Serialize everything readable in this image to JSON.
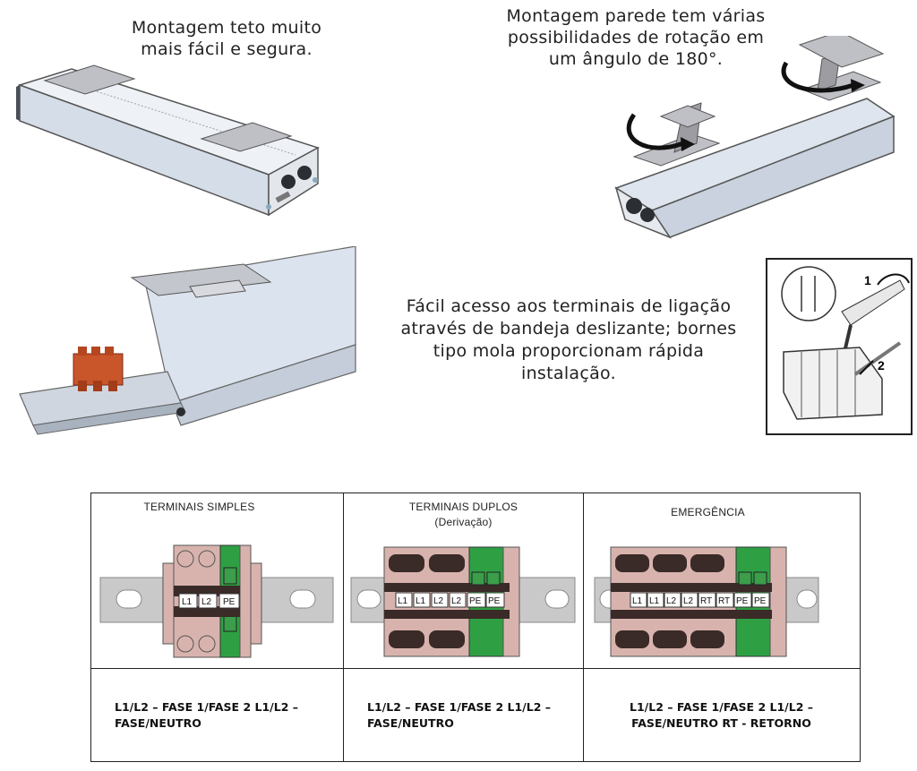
{
  "captions": {
    "ceiling": [
      "Montagem teto muito",
      "mais fácil e segura."
    ],
    "wall": [
      "Montagem parede tem várias",
      "possibilidades de rotação em",
      "um ângulo de 180°."
    ],
    "access": [
      "Fácil acesso aos terminais de ligação",
      "através de bandeja deslizante; bornes",
      "tipo mola proporcionam rápida",
      "instalação."
    ]
  },
  "diagram_labels": {
    "step1": "1",
    "step2": "2"
  },
  "terminals": [
    {
      "title": "TERMINAIS SIMPLES",
      "subtitle": "",
      "labels": [
        "L1",
        "L2",
        "PE"
      ],
      "description": "L1/L2 – FASE 1/FASE 2 L1/L2 – FASE/NEUTRO"
    },
    {
      "title": "TERMINAIS DUPLOS",
      "subtitle": "(Derivação)",
      "labels": [
        "L1",
        "L1",
        "L2",
        "L2",
        "PE",
        "PE"
      ],
      "description": "L1/L2 – FASE 1/FASE 2 L1/L2 – FASE/NEUTRO"
    },
    {
      "title": "EMERGÊNCIA",
      "subtitle": "",
      "labels": [
        "L1",
        "L1",
        "L2",
        "L2",
        "RT",
        "RT",
        "PE",
        "PE"
      ],
      "description": "L1/L2 – FASE 1/FASE 2 L1/L2 – FASE/NEUTRO RT - RETORNO"
    }
  ],
  "colors": {
    "housing": "#dce3ec",
    "bracket": "#a9a6ad",
    "terminal_block": "#d8b3ad",
    "terminal_dark": "#3a2a28",
    "earth_green": "#2ea043",
    "rail": "#c9c9c9",
    "connector_orange": "#c9552b"
  }
}
